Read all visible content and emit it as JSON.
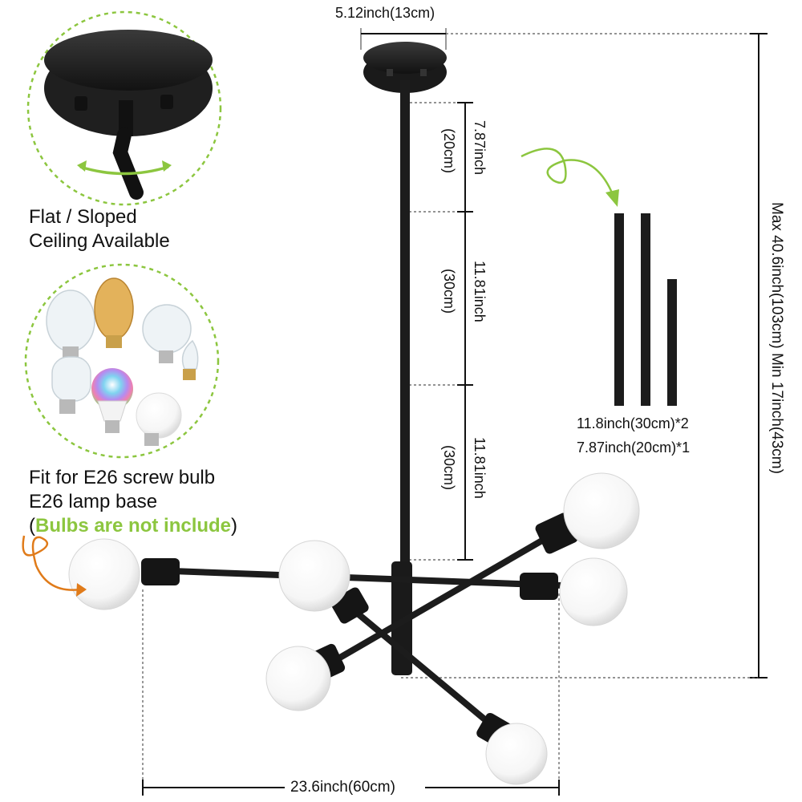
{
  "top_width": "5.12inch(13cm)",
  "segments": [
    {
      "inch": "7.87inch",
      "cm": "(20cm)"
    },
    {
      "inch": "11.81inch",
      "cm": "(30cm)"
    },
    {
      "inch": "11.81inch",
      "cm": "(30cm)"
    }
  ],
  "rods_info": [
    "11.8inch(30cm)*2",
    "7.87inch(20cm)*1"
  ],
  "height_range": "Max 40.6inch(103cm)  Min 17inch(43cm)",
  "ceiling_caption": [
    "Flat / Sloped",
    "Ceiling Available"
  ],
  "bulb_caption": {
    "line1": "Fit for E26 screw bulb",
    "line2": "E26 lamp base",
    "open": "(",
    "note": "Bulbs are not include",
    "close": ")"
  },
  "bottom_width": "23.6inch(60cm)",
  "colors": {
    "accent_green": "#8cc63f",
    "fixture": "#1c1c1c",
    "arrow_orange": "#e07b1a"
  }
}
